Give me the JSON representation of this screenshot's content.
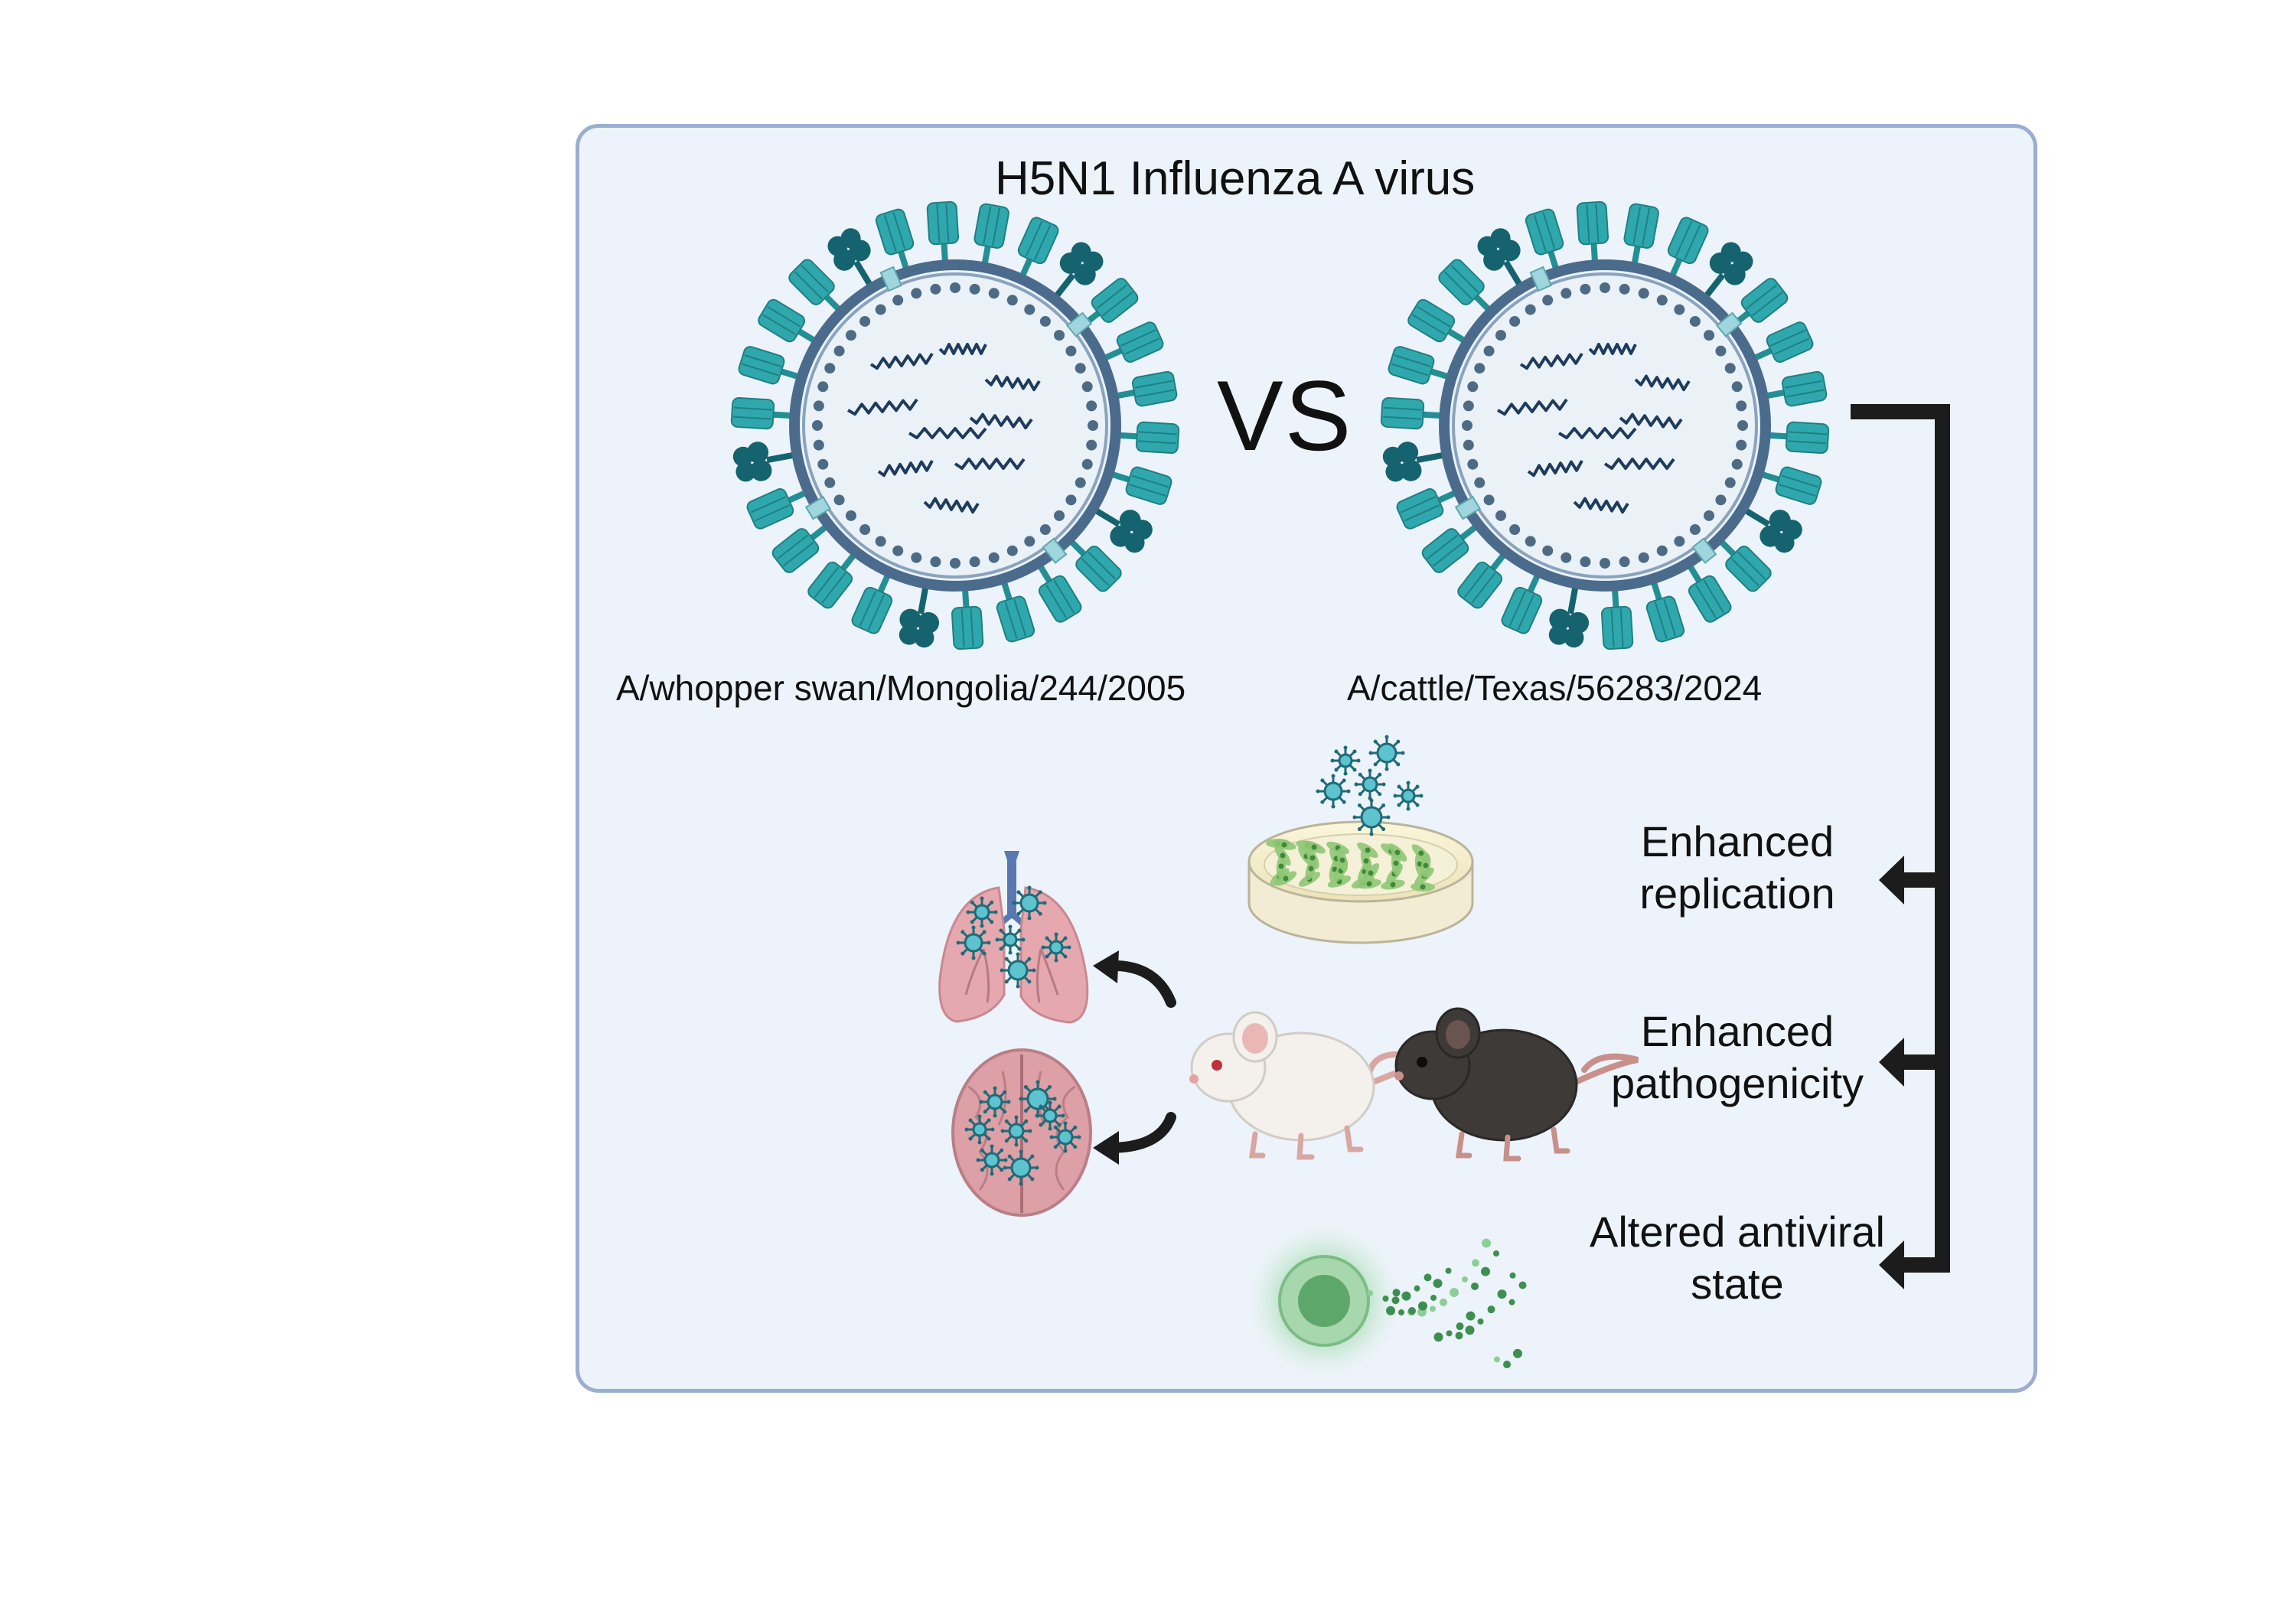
{
  "title": "H5N1 Influenza A virus",
  "vs_label": "VS",
  "strains": [
    "A/whopper swan/Mongolia/244/2005",
    "A/cattle/Texas/56283/2024"
  ],
  "outcomes": [
    "Enhanced replication",
    "Enhanced pathogenicity",
    "Altered antiviral state"
  ],
  "icons": {
    "virus": "influenza-virion-icon",
    "dish": "cell-culture-dish-icon",
    "lungs": "lungs-icon",
    "brain": "brain-icon",
    "mouse_white": "white-mouse-icon",
    "mouse_black": "black-mouse-icon",
    "cell": "immune-cell-icon"
  },
  "colors": {
    "hemagglutinin": "#2fa8ad",
    "neuraminidase": "#15636e",
    "envelope": "#4b6b8c",
    "panel_bg": "#edf3fa",
    "panel_border": "#9aaed2",
    "bracket": "#1c1c1c",
    "cell_glow": "#4caf60"
  }
}
